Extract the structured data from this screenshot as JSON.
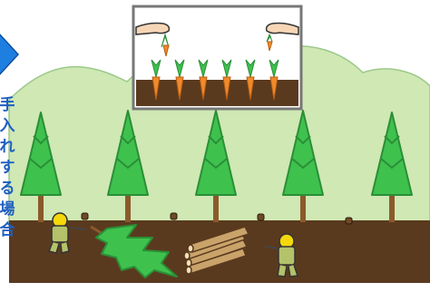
{
  "side_label": {
    "chars": [
      "手",
      "入",
      "れ",
      "す",
      "る",
      "場",
      "合"
    ]
  },
  "colors": {
    "sky": "#ffffff",
    "hills": "#cfe8b4",
    "tree_green": "#3fc14e",
    "trunk": "#8b5a2b",
    "ground": "#5a3a1f",
    "worker_suit": "#b4c26a",
    "helmet": "#f5d80a",
    "label_blue": "#1f5fc2",
    "arrow_blue": "#1e7fe0",
    "inset_frame": "#777777",
    "carrot": "#f08a2c"
  },
  "icons": [
    "arrow-right-icon",
    "thinning-hand-icon",
    "carrot-icon",
    "conifer-tree-icon",
    "stump-icon",
    "worker-icon",
    "felled-tree-icon",
    "log-pile-icon"
  ]
}
